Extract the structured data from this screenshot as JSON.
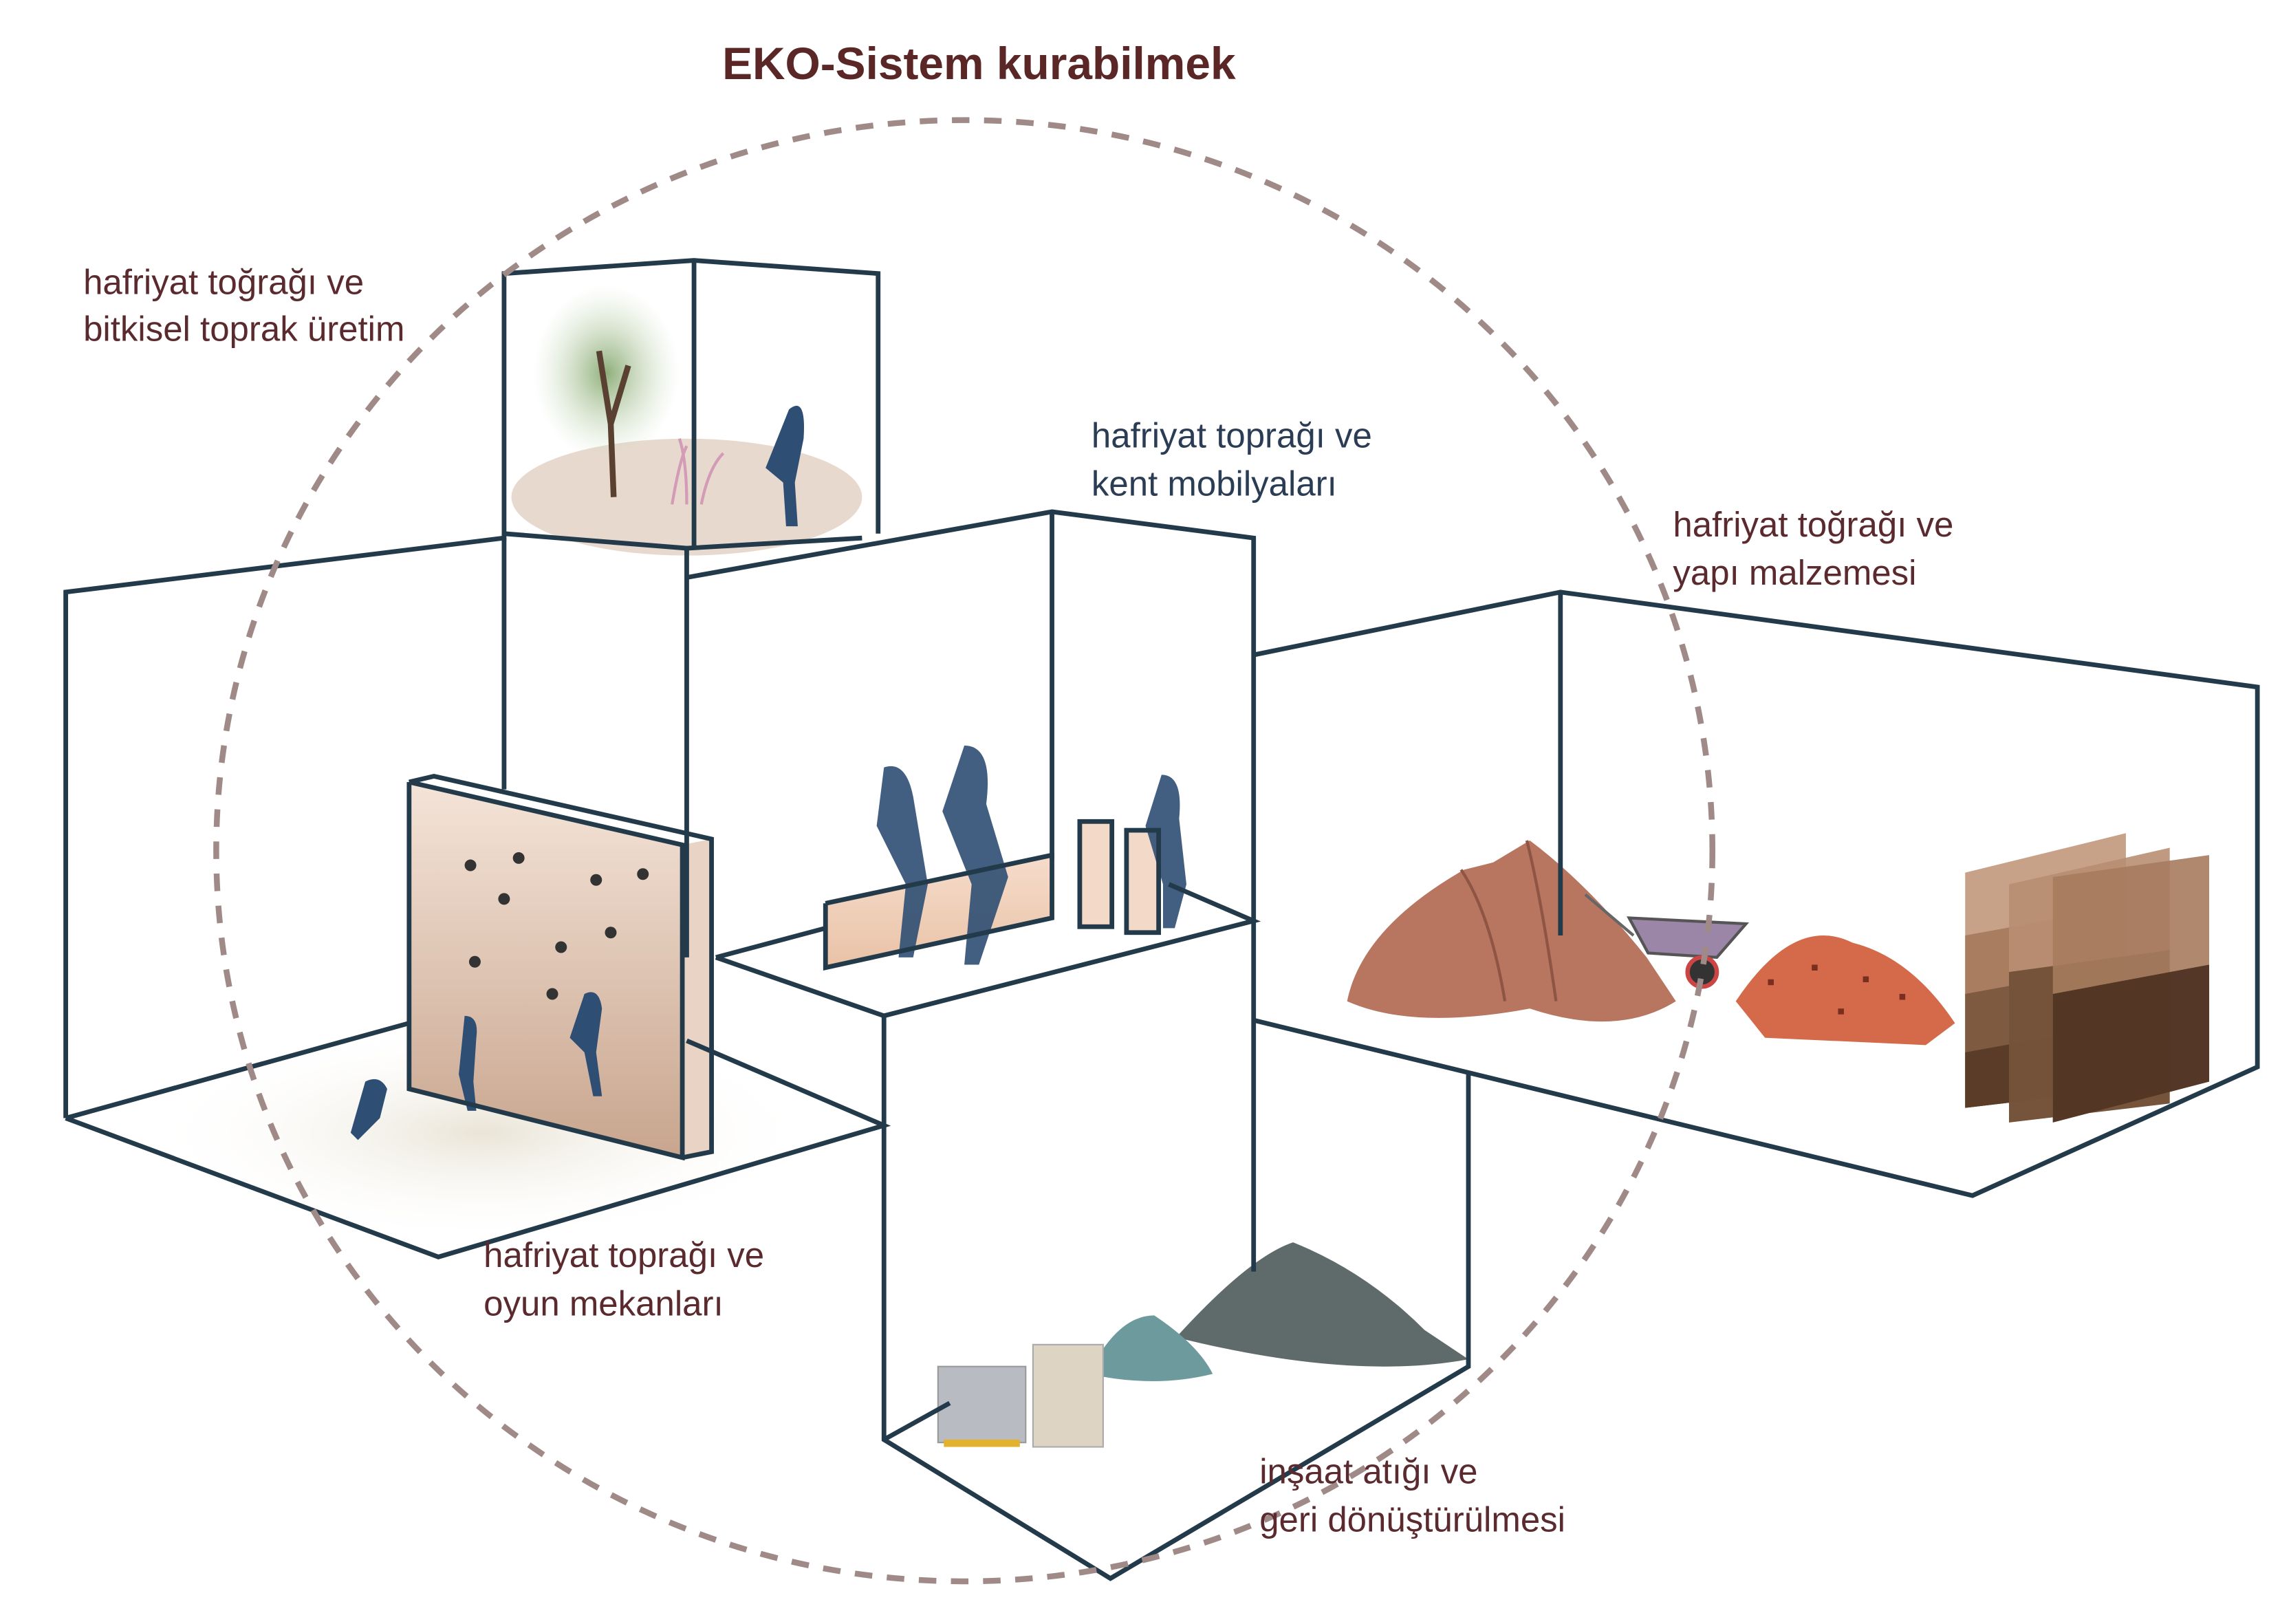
{
  "title": "EKO-Sistem kurabilmek",
  "labels": {
    "plant_soil": [
      "hafriyat toğrağı ve",
      "bitkisel toprak üretim"
    ],
    "urban_furniture": [
      "hafriyat toprağı ve",
      "kent mobilyaları"
    ],
    "building_material": [
      "hafriyat toğrağı ve",
      "yapı malzemesi"
    ],
    "playgrounds": [
      "hafriyat toprağı ve",
      "oyun mekanları"
    ],
    "construction_waste": [
      "inşaat atığı ve",
      "geri dönüştürülmesi"
    ]
  },
  "colors": {
    "title": "#5a2626",
    "label": "#5a2a2e",
    "label_navy": "#2b3d55",
    "edges": "#233a4a",
    "dashed_circle": "#a08a88"
  }
}
